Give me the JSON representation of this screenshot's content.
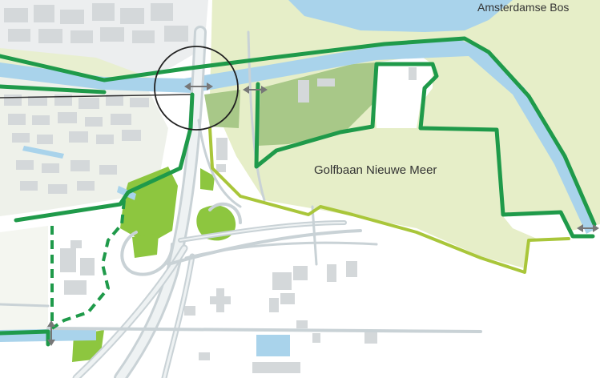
{
  "labels": {
    "golf_course": "Golfbaan Nieuwe Meer",
    "forest": "Amsterdamse Bos"
  },
  "colors": {
    "water": "#a9d3eb",
    "park_light": "#e6eec8",
    "park_bright": "#8dc63f",
    "park_mid": "#a8c888",
    "route_dark_green": "#1f9a4a",
    "route_light_green": "#a9c63a",
    "road": "#c9d2d6",
    "building": "#d4d8da",
    "arrow": "#777777"
  },
  "icons": {
    "focus_marker": "circle-marker",
    "crossing": "double-headed-arrow"
  }
}
